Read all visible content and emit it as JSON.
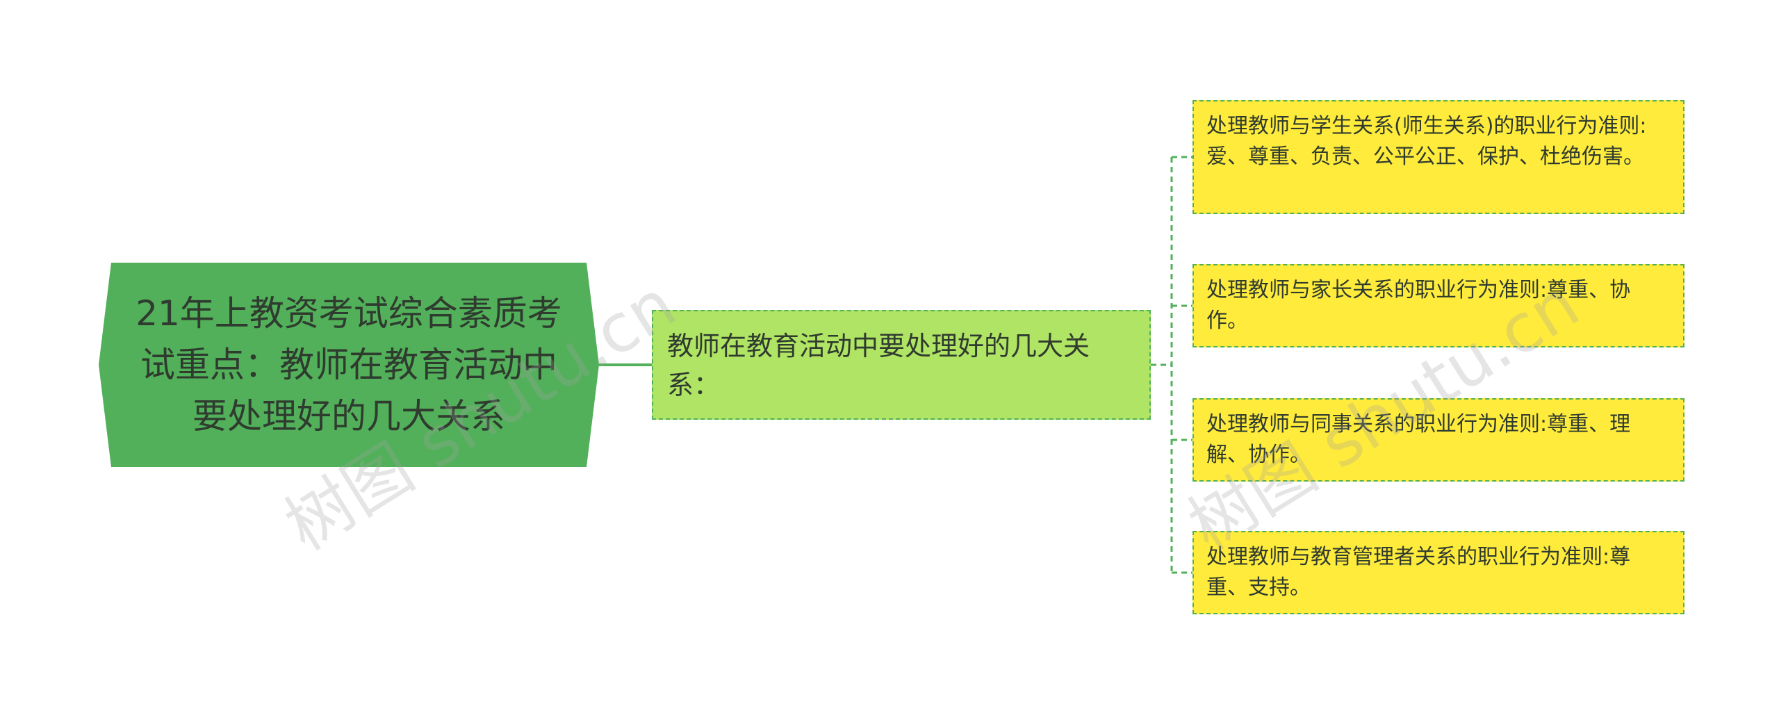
{
  "root": {
    "text": "21年上教资考试综合素质考试重点：教师在教育活动中要处理好的几大关系"
  },
  "mid": {
    "text": "教师在教育活动中要处理好的几大关系："
  },
  "leaves": [
    {
      "text": "处理教师与学生关系(师生关系)的职业行为准则:爱、尊重、负责、公平公正、保护、杜绝伤害。"
    },
    {
      "text": "处理教师与家长关系的职业行为准则:尊重、协作。"
    },
    {
      "text": "处理教师与同事关系的职业行为准则:尊重、理解、协作。"
    },
    {
      "text": "处理教师与教育管理者关系的职业行为准则:尊重、支持。"
    }
  ],
  "watermarks": [
    "树图 shutu.cn",
    "树图 shutu.cn"
  ],
  "colors": {
    "root_fill": "#52b05a",
    "mid_fill": "#b0e464",
    "leaf_fill": "#ffeb3b",
    "connector": "#52b05a"
  }
}
